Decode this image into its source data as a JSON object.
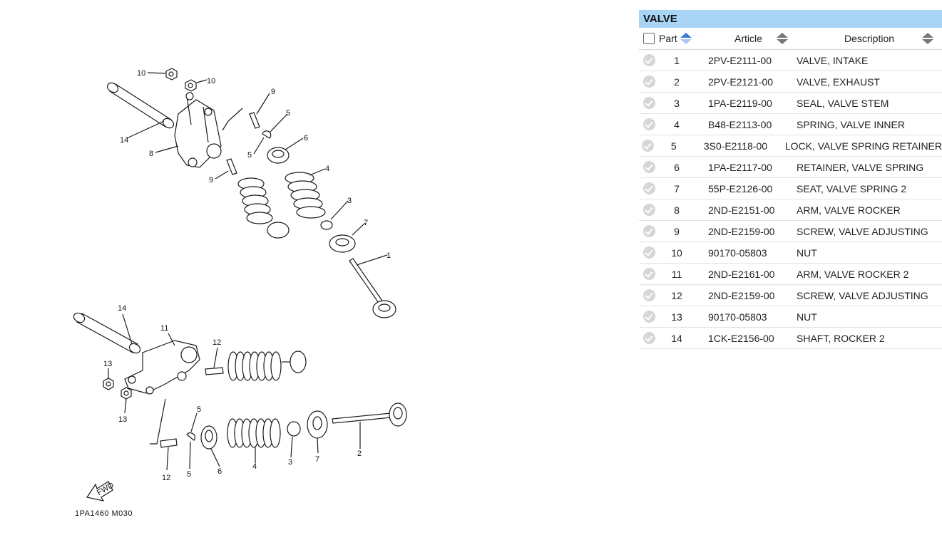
{
  "diagram": {
    "code": "1PA1460 M030",
    "fwd_label": "FWD",
    "labels": {
      "upper": [
        "10",
        "10",
        "9",
        "5",
        "5",
        "6",
        "4",
        "14",
        "8",
        "9",
        "3",
        "7",
        "1"
      ],
      "lower": [
        "14",
        "11",
        "12",
        "13",
        "13",
        "5",
        "12",
        "5",
        "6",
        "4",
        "3",
        "7",
        "2"
      ]
    }
  },
  "table": {
    "title": "VALVE",
    "columns": {
      "part": "Part",
      "article": "Article",
      "description": "Description"
    },
    "rows": [
      {
        "part": "1",
        "article": "2PV-E2111-00",
        "description": "VALVE, INTAKE"
      },
      {
        "part": "2",
        "article": "2PV-E2121-00",
        "description": "VALVE, EXHAUST"
      },
      {
        "part": "3",
        "article": "1PA-E2119-00",
        "description": "SEAL, VALVE STEM"
      },
      {
        "part": "4",
        "article": "B48-E2113-00",
        "description": "SPRING, VALVE INNER"
      },
      {
        "part": "5",
        "article": "3S0-E2118-00",
        "description": "LOCK, VALVE SPRING RETAINER"
      },
      {
        "part": "6",
        "article": "1PA-E2117-00",
        "description": "RETAINER, VALVE SPRING"
      },
      {
        "part": "7",
        "article": "55P-E2126-00",
        "description": "SEAT, VALVE SPRING 2"
      },
      {
        "part": "8",
        "article": "2ND-E2151-00",
        "description": "ARM, VALVE ROCKER"
      },
      {
        "part": "9",
        "article": "2ND-E2159-00",
        "description": "SCREW, VALVE ADJUSTING"
      },
      {
        "part": "10",
        "article": "90170-05803",
        "description": "NUT"
      },
      {
        "part": "11",
        "article": "2ND-E2161-00",
        "description": "ARM, VALVE ROCKER 2"
      },
      {
        "part": "12",
        "article": "2ND-E2159-00",
        "description": "SCREW, VALVE ADJUSTING"
      },
      {
        "part": "13",
        "article": "90170-05803",
        "description": "NUT"
      },
      {
        "part": "14",
        "article": "1CK-E2156-00",
        "description": "SHAFT, ROCKER 2"
      }
    ]
  }
}
